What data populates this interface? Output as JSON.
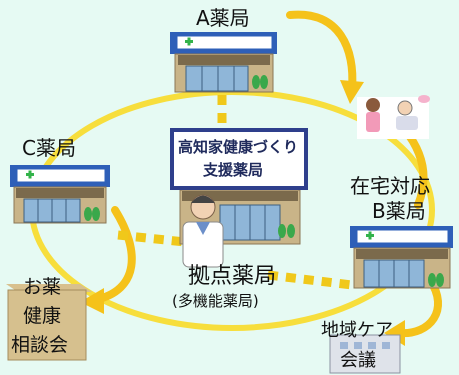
{
  "pharmacies": {
    "a": {
      "name": "A薬局"
    },
    "b": {
      "prefix": "在宅対応",
      "name": "B薬局"
    },
    "c": {
      "name": "C薬局"
    }
  },
  "hub": {
    "sign_line1": "高知家健康づくり",
    "sign_line2": "支援薬局",
    "name": "拠点薬局",
    "sub": "(多機能薬局)"
  },
  "consultation": {
    "line1": "お薬",
    "line2": "健康",
    "line3": "相談会"
  },
  "meeting": {
    "line1": "地域ケア",
    "line2": "会議"
  },
  "colors": {
    "cycle": "#f5d21f",
    "dots": "#f0c81a",
    "storefront": "#c9b488",
    "roof": "#2e5fb8",
    "sign_border": "#2e3f8c"
  }
}
